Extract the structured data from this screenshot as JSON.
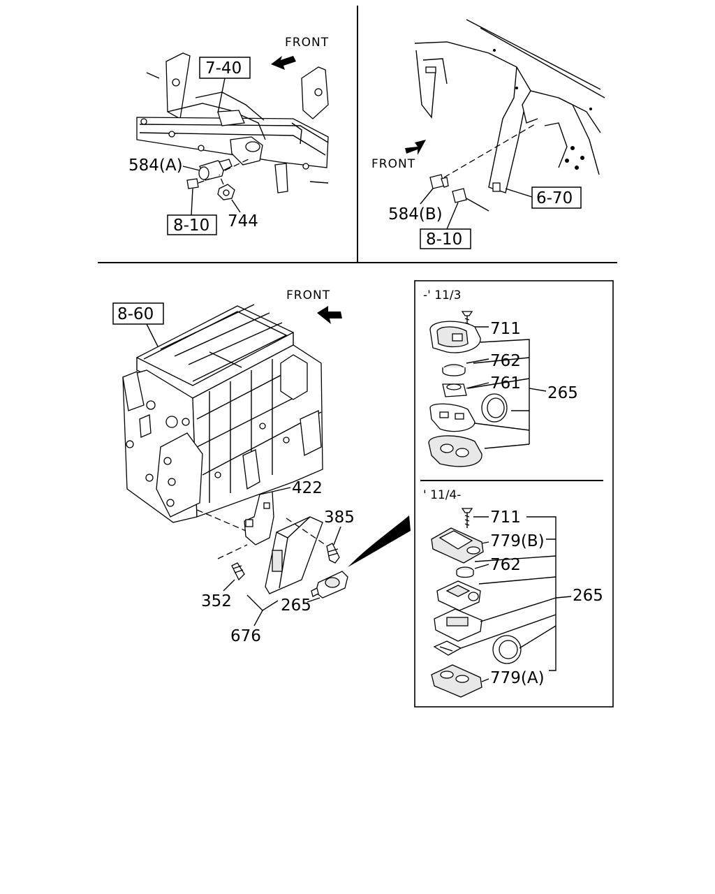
{
  "diagram": {
    "front_labels": [
      "FRONT",
      "FRONT",
      "FRONT"
    ],
    "ref_boxes": {
      "top_left_main": "7-40",
      "top_left_connector": "8-10",
      "top_right_frame": "6-70",
      "top_right_connector": "8-10",
      "hvac_unit": "8-60"
    },
    "top_left": {
      "sensor": "584(A)",
      "nut": "744"
    },
    "top_right": {
      "sensor": "584(B)"
    },
    "main": {
      "bracket": "422",
      "bolt_right": "385",
      "bolt_left": "352",
      "key_fob": "265",
      "control_unit": "676"
    },
    "inset_upper": {
      "period": "-' 11/3",
      "screw": "711",
      "battery": "762",
      "holder": "761",
      "assembly": "265"
    },
    "inset_lower": {
      "period": "' 11/4-",
      "screw": "711",
      "cover_b": "779(B)",
      "battery": "762",
      "assembly": "265",
      "cover_a": "779(A)"
    }
  }
}
